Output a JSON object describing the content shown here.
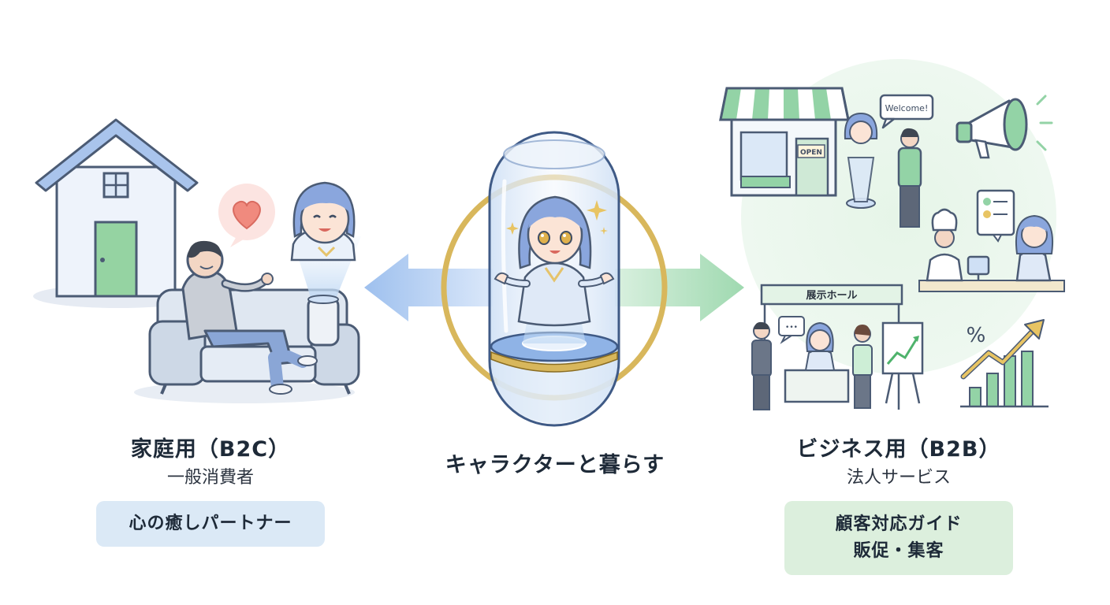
{
  "left": {
    "title": "家庭用（B2C）",
    "subtitle": "一般消費者",
    "tag": "心の癒しパートナー"
  },
  "center": {
    "caption": "キャラクターと暮らす"
  },
  "right": {
    "title": "ビジネス用（B2B）",
    "subtitle": "法人サービス",
    "tag_lines": [
      "顧客対応ガイド",
      "販促・集客"
    ],
    "speech_bubble": "Welcome!",
    "shop_sign": "OPEN",
    "showroom_sign": "展示ホール",
    "percent_symbol": "%",
    "typing_dots": "•••"
  },
  "colors": {
    "blue_accent": "#8fb3e6",
    "green_accent": "#93d3a6",
    "gold_ring": "#d8b75c",
    "hair": "#8aa6dd",
    "outline": "#3f4d63"
  }
}
